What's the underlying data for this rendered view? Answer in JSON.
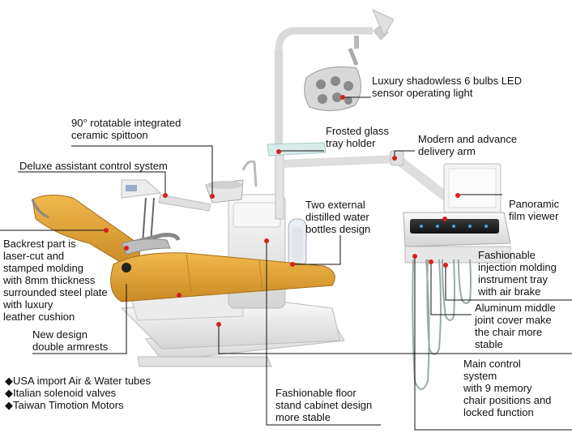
{
  "colors": {
    "seat": "#e0a33a",
    "seat_dark": "#b87a1c",
    "shell": "#f0f0f0",
    "shell_edge": "#c8c8c8",
    "lines": "#111111",
    "marker": "#d62020"
  },
  "labels": {
    "led_light": "Luxury shadowless 6 bulbs LED\nsensor operating light",
    "spittoon": "90° rotatable integrated\nceramic spittoon",
    "glass_tray": "Frosted glass\ntray holder",
    "delivery_arm": "Modern and advance\ndelivery arm",
    "assistant_control": "Deluxe assistant control system",
    "water_bottles": "Two external\ndistilled water\nbottles design",
    "film_viewer": "Panoramic\nfilm viewer",
    "backrest": "Backrest part is\nlaser-cut and\nstamped molding\nwith 8mm thickness\nsurrounded steel plate\nwith luxury\nleather cushion",
    "instrument_tray": "Fashionable\ninjection molding\ninstrument tray\nwith air brake",
    "armrests": "New design\ndouble armrests",
    "joint_cover": "Aluminum middle\njoint cover make\nthe chair more\nstable",
    "main_control": "Main control\nsystem\nwith 9 memory\nchair positions and\nlocked function",
    "floor_cabinet": "Fashionable floor\nstand cabinet design\nmore stable",
    "features": "◆USA import Air & Water tubes\n◆Italian solenoid valves\n◆Taiwan Timotion Motors"
  }
}
